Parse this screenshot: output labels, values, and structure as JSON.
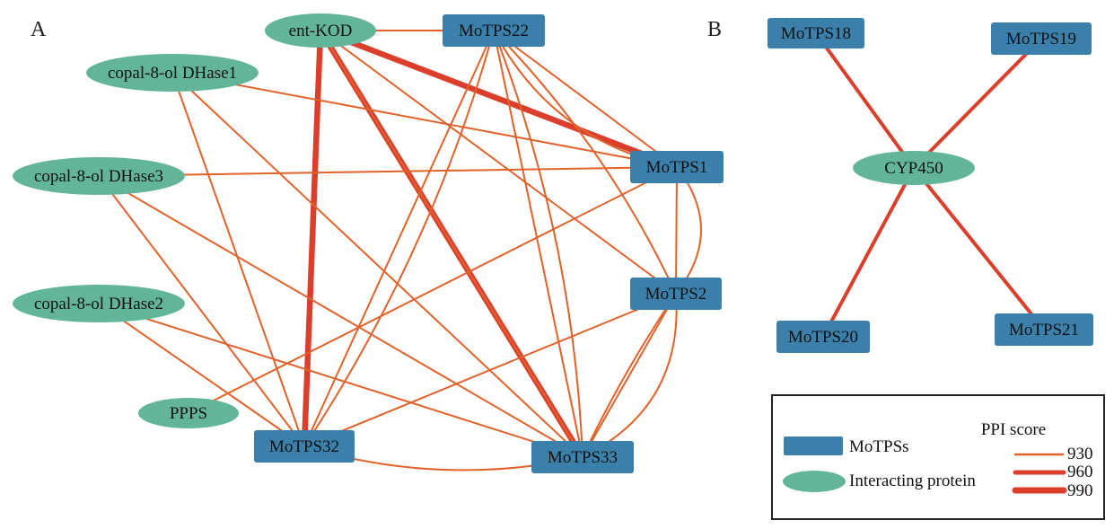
{
  "colors": {
    "rect_node": "#3a80ab",
    "ellipse_node": "#63b599",
    "edge_930": "#e0622a",
    "edge_960": "#dc3e2c",
    "edge_990": "#dc3e2c",
    "legend_border": "#222222"
  },
  "panels": {
    "A": {
      "label": "A",
      "nodes": [
        {
          "id": "ent-KOD",
          "label": "ent-KOD",
          "type": "interacting"
        },
        {
          "id": "MoTPS22",
          "label": "MoTPS22",
          "type": "motps"
        },
        {
          "id": "DHase1",
          "label": "copal-8-ol DHase1",
          "type": "interacting"
        },
        {
          "id": "DHase3",
          "label": "copal-8-ol DHase3",
          "type": "interacting"
        },
        {
          "id": "DHase2",
          "label": "copal-8-ol DHase2",
          "type": "interacting"
        },
        {
          "id": "PPPS",
          "label": "PPPS",
          "type": "interacting"
        },
        {
          "id": "MoTPS32",
          "label": "MoTPS32",
          "type": "motps"
        },
        {
          "id": "MoTPS33",
          "label": "MoTPS33",
          "type": "motps"
        },
        {
          "id": "MoTPS2",
          "label": "MoTPS2",
          "type": "motps"
        },
        {
          "id": "MoTPS1",
          "label": "MoTPS1",
          "type": "motps"
        }
      ],
      "edges": [
        {
          "from": "ent-KOD",
          "to": "MoTPS22",
          "score": 930
        },
        {
          "from": "ent-KOD",
          "to": "MoTPS32",
          "score": 990
        },
        {
          "from": "ent-KOD",
          "to": "MoTPS33",
          "score": 990
        },
        {
          "from": "ent-KOD",
          "to": "MoTPS1",
          "score": 990
        },
        {
          "from": "ent-KOD",
          "to": "MoTPS2",
          "score": 930
        },
        {
          "from": "ent-KOD",
          "to": "MoTPS33",
          "score": 930,
          "curve": 0
        },
        {
          "from": "MoTPS22",
          "to": "MoTPS1",
          "score": 930
        },
        {
          "from": "MoTPS22",
          "to": "MoTPS1",
          "score": 930,
          "curve": 60
        },
        {
          "from": "MoTPS22",
          "to": "MoTPS2",
          "score": 930,
          "curve": -30
        },
        {
          "from": "MoTPS22",
          "to": "MoTPS33",
          "score": 930
        },
        {
          "from": "MoTPS22",
          "to": "MoTPS33",
          "score": 930,
          "curve": -40
        },
        {
          "from": "MoTPS22",
          "to": "MoTPS32",
          "score": 930
        },
        {
          "from": "MoTPS22",
          "to": "MoTPS32",
          "score": 930,
          "curve": -40
        },
        {
          "from": "DHase1",
          "to": "MoTPS1",
          "score": 930
        },
        {
          "from": "DHase1",
          "to": "MoTPS32",
          "score": 930
        },
        {
          "from": "DHase1",
          "to": "MoTPS33",
          "score": 930
        },
        {
          "from": "DHase3",
          "to": "MoTPS1",
          "score": 930
        },
        {
          "from": "DHase3",
          "to": "MoTPS32",
          "score": 930
        },
        {
          "from": "DHase3",
          "to": "MoTPS33",
          "score": 930
        },
        {
          "from": "DHase2",
          "to": "MoTPS32",
          "score": 930
        },
        {
          "from": "DHase2",
          "to": "MoTPS33",
          "score": 930
        },
        {
          "from": "PPPS",
          "to": "MoTPS1",
          "score": 930
        },
        {
          "from": "MoTPS32",
          "to": "MoTPS2",
          "score": 930
        },
        {
          "from": "MoTPS32",
          "to": "MoTPS33",
          "score": 930,
          "curve": 40
        },
        {
          "from": "MoTPS1",
          "to": "MoTPS2",
          "score": 930
        },
        {
          "from": "MoTPS1",
          "to": "MoTPS2",
          "score": 930,
          "curve": -55
        },
        {
          "from": "MoTPS2",
          "to": "MoTPS33",
          "score": 930
        },
        {
          "from": "MoTPS2",
          "to": "MoTPS33",
          "score": 930,
          "curve": 8
        },
        {
          "from": "MoTPS2",
          "to": "MoTPS33",
          "score": 930,
          "curve": -70
        }
      ]
    },
    "B": {
      "label": "B",
      "nodes": [
        {
          "id": "MoTPS18",
          "label": "MoTPS18",
          "type": "motps"
        },
        {
          "id": "MoTPS19",
          "label": "MoTPS19",
          "type": "motps"
        },
        {
          "id": "CYP450",
          "label": "CYP450",
          "type": "interacting"
        },
        {
          "id": "MoTPS20",
          "label": "MoTPS20",
          "type": "motps"
        },
        {
          "id": "MoTPS21",
          "label": "MoTPS21",
          "type": "motps"
        }
      ],
      "edges": [
        {
          "from": "CYP450",
          "to": "MoTPS18",
          "score": 960
        },
        {
          "from": "CYP450",
          "to": "MoTPS19",
          "score": 960
        },
        {
          "from": "CYP450",
          "to": "MoTPS20",
          "score": 960
        },
        {
          "from": "CYP450",
          "to": "MoTPS21",
          "score": 960
        }
      ]
    }
  },
  "legend": {
    "node_types": [
      {
        "type": "motps",
        "label": "MoTPSs"
      },
      {
        "type": "interacting",
        "label": "Interacting protein"
      }
    ],
    "score_title": "PPI score",
    "scores": [
      {
        "value": 930,
        "label": "930"
      },
      {
        "value": 960,
        "label": "960"
      },
      {
        "value": 990,
        "label": "990"
      }
    ]
  }
}
